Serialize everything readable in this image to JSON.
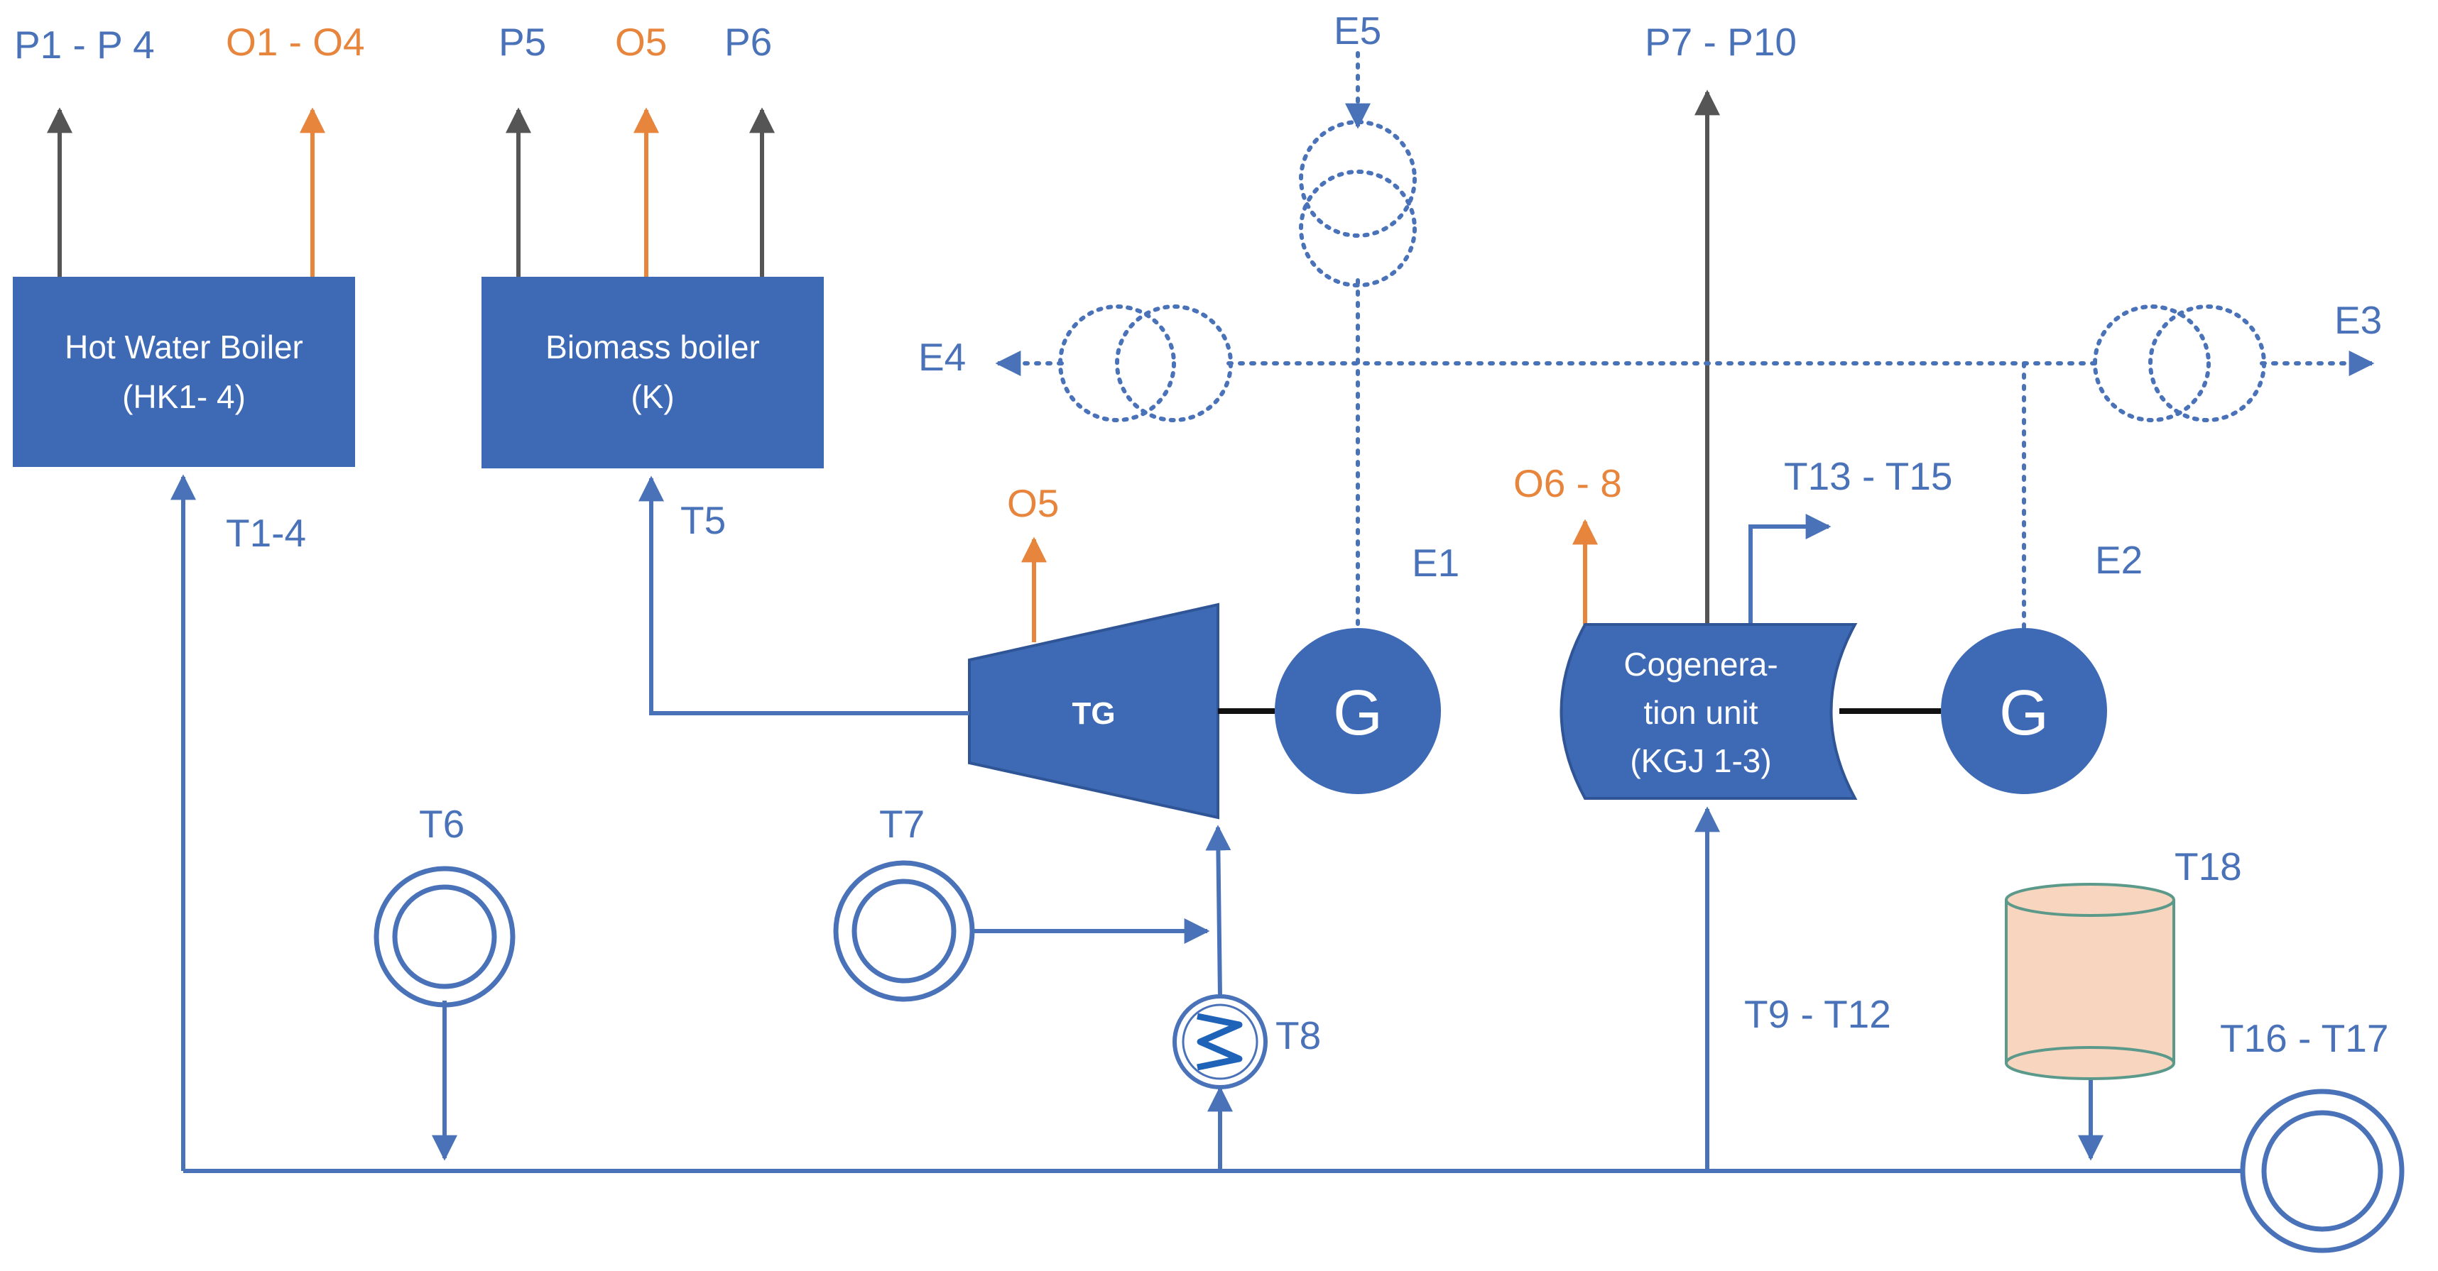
{
  "colors": {
    "primary": "#4A72B8",
    "box_fill": "#3E6AB5",
    "gray_arrow": "#555555",
    "orange": "#E8853D",
    "tank_fill": "#F8D5BF",
    "tank_stroke": "#5B9A8B",
    "background": "#FFFFFF"
  },
  "outputs": {
    "p1_p4": "P1 - P 4",
    "o1_o4": "O1 - O4",
    "p5": "P5",
    "o5_top": "O5",
    "p6": "P6",
    "p7_p10": "P7 - P10",
    "o5_tg": "O5",
    "o6_8": "O6 - 8"
  },
  "electric": {
    "e1": "E1",
    "e2": "E2",
    "e3": "E3",
    "e4": "E4",
    "e5": "E5"
  },
  "flows": {
    "t1_4": "T1-4",
    "t5": "T5",
    "t6": "T6",
    "t7": "T7",
    "t8": "T8",
    "t9_t12": "T9 - T12",
    "t13_t15": "T13 - T15",
    "t16_t17": "T16 - T17",
    "t18": "T18"
  },
  "units": {
    "hot_water_boiler": {
      "line1": "Hot Water Boiler",
      "line2": "(HK1- 4)"
    },
    "biomass_boiler": {
      "line1": "Biomass boiler",
      "line2": "(K)"
    },
    "turbine": "TG",
    "generator_left": "G",
    "generator_right": "G",
    "cogeneration": {
      "line1": "Cogenera-",
      "line2": "tion unit",
      "line3": "(KGJ 1-3)"
    }
  }
}
